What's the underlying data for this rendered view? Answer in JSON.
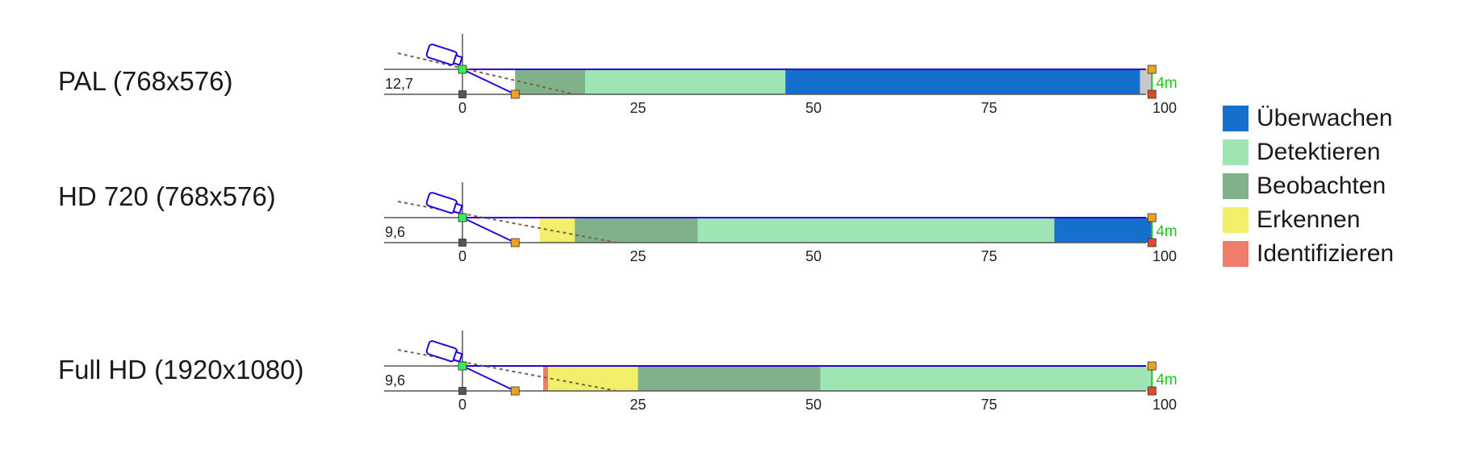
{
  "colors": {
    "Überwachen": "#1570cc",
    "Detektieren": "#9de6b3",
    "Beobachten": "#7fb28a",
    "Erkennen": "#f2ef6a",
    "Identifizieren": "#ef7d6b",
    "gap": "#c8c8c8",
    "frame": "#2a00d8",
    "mount_height": "#22c322",
    "marker_orange": "#f0a020",
    "marker_red": "#e04a2a",
    "marker_green": "#33ee55",
    "marker_gray": "#555555"
  },
  "legend": [
    {
      "key": "Überwachen",
      "label": "Überwachen"
    },
    {
      "key": "Detektieren",
      "label": "Detektieren"
    },
    {
      "key": "Beobachten",
      "label": "Beobachten"
    },
    {
      "key": "Erkennen",
      "label": "Erkennen"
    },
    {
      "key": "Identifizieren",
      "label": "Identifizieren"
    }
  ],
  "axis_ticks": [
    "0",
    "25",
    "50",
    "75",
    "100"
  ],
  "axis_tick_values": [
    0,
    25,
    50,
    75,
    100
  ],
  "mount_height_label": "4m",
  "rows": [
    {
      "label": "PAL (768x576)",
      "camera_height": "12,7",
      "coverage_start": 7.5,
      "coverage_end": 98.2,
      "dead_zone_end": 16,
      "zones": [
        {
          "key": "Beobachten",
          "from": 7.5,
          "to": 17.5
        },
        {
          "key": "Detektieren",
          "from": 17.5,
          "to": 46
        },
        {
          "key": "Überwachen",
          "from": 46,
          "to": 96.5
        },
        {
          "key": "gap",
          "from": 96.5,
          "to": 98.2
        }
      ]
    },
    {
      "label": "HD 720 (768x576)",
      "camera_height": "9,6",
      "coverage_start": 7.5,
      "coverage_end": 98.2,
      "dead_zone_end": 22,
      "zones": [
        {
          "key": "Erkennen",
          "from": 11,
          "to": 16
        },
        {
          "key": "Beobachten",
          "from": 16,
          "to": 33.5
        },
        {
          "key": "Detektieren",
          "from": 33.5,
          "to": 84.3
        },
        {
          "key": "Überwachen",
          "from": 84.3,
          "to": 98.2
        }
      ]
    },
    {
      "label": "Full HD (1920x1080)",
      "camera_height": "9,6",
      "coverage_start": 7.5,
      "coverage_end": 98.2,
      "dead_zone_end": 22,
      "zones": [
        {
          "key": "Identifizieren",
          "from": 11.5,
          "to": 12.2
        },
        {
          "key": "Erkennen",
          "from": 12.2,
          "to": 25
        },
        {
          "key": "Beobachten",
          "from": 25,
          "to": 51
        },
        {
          "key": "Detektieren",
          "from": 51,
          "to": 98.2
        }
      ]
    }
  ]
}
